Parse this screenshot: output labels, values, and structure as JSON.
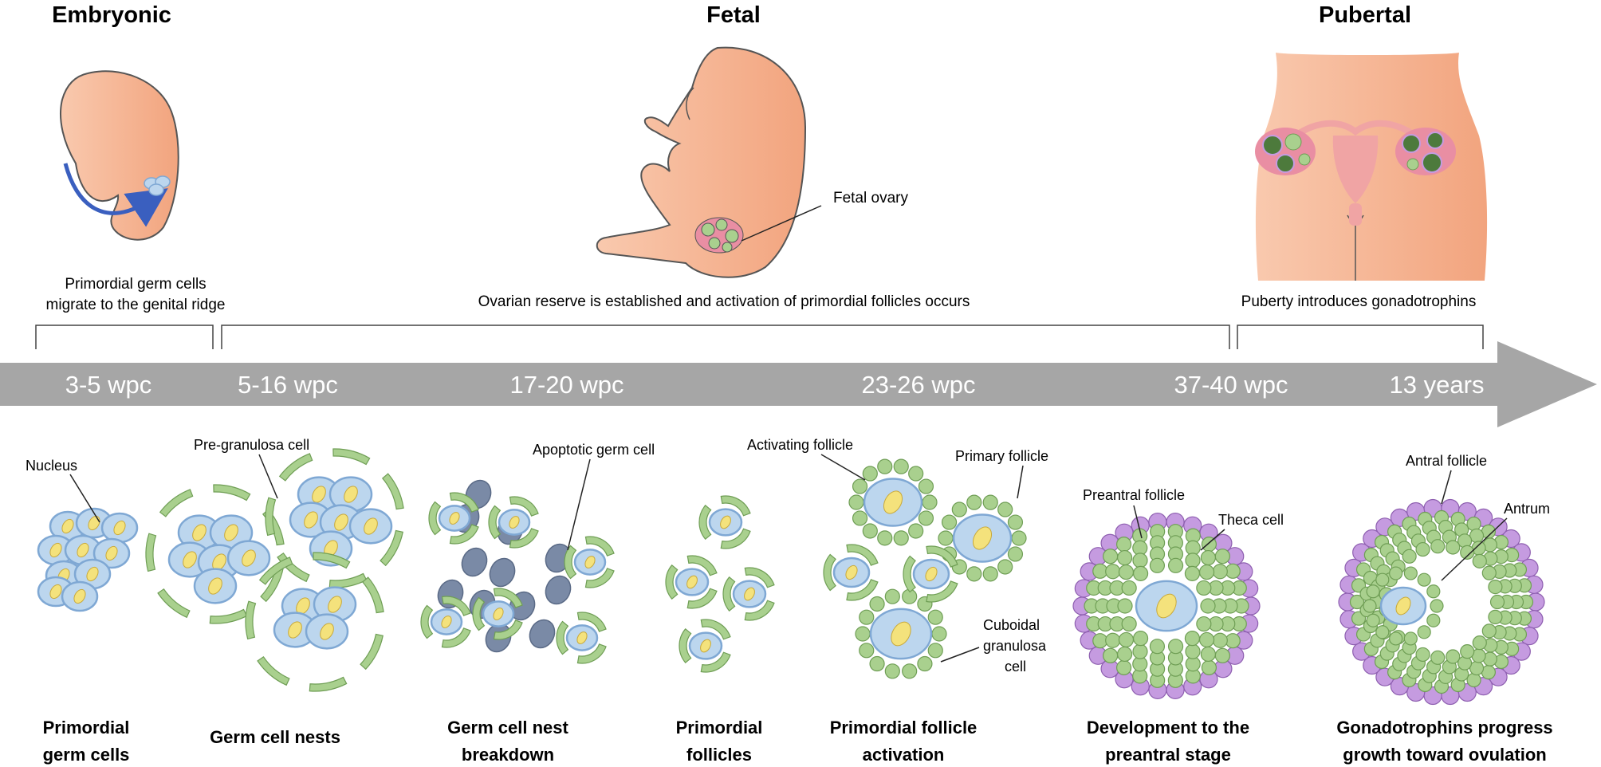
{
  "colors": {
    "skin": "#f6b592",
    "skin_dark": "#f0a27c",
    "outline": "#555555",
    "arrow": "#a6a6a6",
    "cell_blue": "#bcd6ee",
    "cell_blue_edge": "#7fa8d4",
    "nucleus": "#f4e27c",
    "granulosa_green": "#a9d08e",
    "granulosa_edge": "#6f9e55",
    "apoptotic": "#7a8aa6",
    "theca_purple": "#c59be0",
    "uterus_pink": "#f0a4a4"
  },
  "stages": {
    "embryonic": "Embryonic",
    "fetal": "Fetal",
    "pubertal": "Pubertal"
  },
  "notes": {
    "embryonic_line1": "Primordial germ cells",
    "embryonic_line2": "migrate to the genital ridge",
    "fetal": "Ovarian reserve is established and activation of primordial follicles occurs",
    "pubertal": "Puberty introduces gonadotrophins",
    "fetal_ovary": "Fetal ovary"
  },
  "timeline": [
    "3-5 wpc",
    "5-16 wpc",
    "17-20 wpc",
    "23-26 wpc",
    "37-40 wpc",
    "13 years"
  ],
  "labels": {
    "nucleus": "Nucleus",
    "pre_granulosa": "Pre-granulosa cell",
    "apoptotic": "Apoptotic germ cell",
    "activating": "Activating follicle",
    "primary": "Primary follicle",
    "cuboidal_1": "Cuboidal",
    "cuboidal_2": "granulosa",
    "cuboidal_3": "cell",
    "preantral": "Preantral follicle",
    "theca": "Theca cell",
    "antral": "Antral follicle",
    "antrum": "Antrum"
  },
  "captions": [
    {
      "l1": "Primordial",
      "l2": "germ cells"
    },
    {
      "l1": "Germ cell nests",
      "l2": ""
    },
    {
      "l1": "Germ cell nest",
      "l2": "breakdown"
    },
    {
      "l1": "Primordial",
      "l2": "follicles"
    },
    {
      "l1": "Primordial follicle",
      "l2": "activation"
    },
    {
      "l1": "Development to the",
      "l2": "preantral stage"
    },
    {
      "l1": "Gonadotrophins progress",
      "l2": "growth toward ovulation"
    }
  ]
}
